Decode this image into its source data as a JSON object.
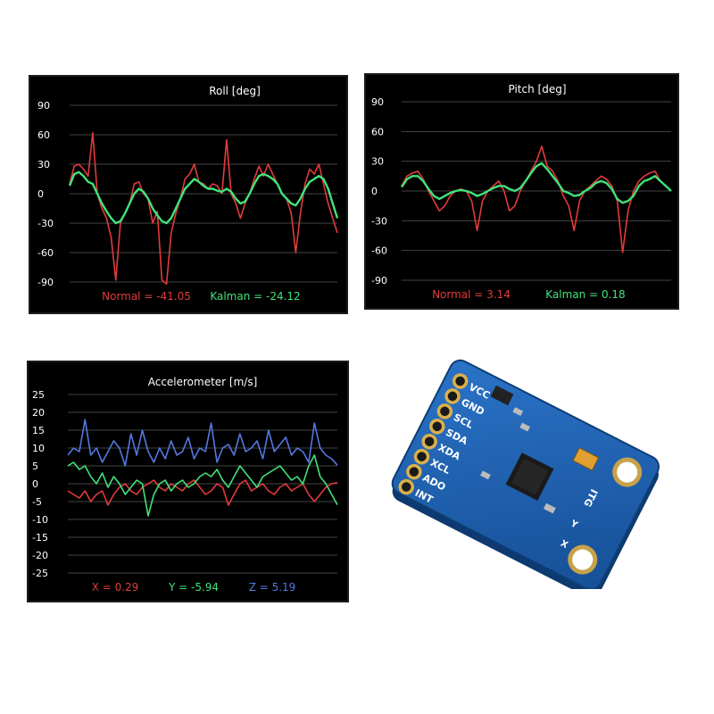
{
  "colors": {
    "normal": "#e23b3b",
    "kalman": "#41e37a",
    "x": "#e23b3b",
    "y": "#41e37a",
    "z": "#5478e0",
    "grid": "#444444",
    "text": "#ffffff",
    "board": "#1f63b6"
  },
  "chart_data": [
    {
      "type": "line",
      "title": "Roll [deg]",
      "ylim": [
        -90,
        90
      ],
      "yticks": [
        "90",
        "60",
        "30",
        "0",
        "-30",
        "-60",
        "-90"
      ],
      "grid": true,
      "series": [
        {
          "name": "Normal",
          "values": [
            10,
            28,
            30,
            25,
            18,
            62,
            0,
            -15,
            -25,
            -45,
            -88,
            -30,
            -20,
            -10,
            10,
            12,
            0,
            -5,
            -30,
            -18,
            -88,
            -92,
            -40,
            -20,
            -5,
            15,
            20,
            30,
            12,
            10,
            5,
            10,
            8,
            0,
            55,
            0,
            -10,
            -25,
            -10,
            0,
            15,
            28,
            18,
            30,
            20,
            10,
            0,
            -5,
            -20,
            -60,
            -20,
            10,
            25,
            20,
            30,
            10,
            -10,
            -25,
            -40
          ]
        },
        {
          "name": "Kalman",
          "values": [
            8,
            20,
            22,
            18,
            12,
            10,
            0,
            -10,
            -18,
            -25,
            -30,
            -28,
            -20,
            -10,
            0,
            5,
            2,
            -5,
            -15,
            -22,
            -28,
            -30,
            -25,
            -15,
            -5,
            5,
            10,
            15,
            12,
            8,
            5,
            5,
            3,
            2,
            5,
            2,
            -5,
            -10,
            -8,
            0,
            10,
            18,
            20,
            18,
            15,
            10,
            0,
            -5,
            -10,
            -12,
            -5,
            5,
            12,
            15,
            18,
            15,
            5,
            -10,
            -25
          ]
        }
      ],
      "readouts": {
        "normal_label": "Normal = -41.05",
        "kalman_label": "Kalman = -24.12"
      }
    },
    {
      "type": "line",
      "title": "Pitch [deg]",
      "ylim": [
        -90,
        90
      ],
      "yticks": [
        "90",
        "60",
        "30",
        "0",
        "-30",
        "-60",
        "-90"
      ],
      "grid": true,
      "series": [
        {
          "name": "Normal",
          "values": [
            5,
            15,
            18,
            20,
            12,
            0,
            -10,
            -20,
            -15,
            -5,
            0,
            2,
            0,
            -10,
            -40,
            -10,
            0,
            5,
            10,
            0,
            -20,
            -15,
            0,
            10,
            20,
            30,
            45,
            25,
            20,
            10,
            -5,
            -15,
            -40,
            -10,
            0,
            5,
            10,
            15,
            12,
            5,
            -10,
            -62,
            -20,
            0,
            10,
            15,
            18,
            20,
            10,
            5,
            0
          ]
        },
        {
          "name": "Kalman",
          "values": [
            4,
            12,
            15,
            15,
            10,
            2,
            -5,
            -8,
            -5,
            -2,
            0,
            1,
            0,
            -2,
            -5,
            -3,
            0,
            3,
            5,
            5,
            2,
            0,
            3,
            10,
            18,
            25,
            28,
            22,
            15,
            8,
            0,
            -2,
            -5,
            -4,
            0,
            3,
            8,
            10,
            8,
            2,
            -8,
            -12,
            -10,
            -5,
            5,
            10,
            12,
            15,
            10,
            5,
            0
          ]
        }
      ],
      "readouts": {
        "normal_label": "Normal = 3.14",
        "kalman_label": "Kalman = 0.18"
      }
    },
    {
      "type": "line",
      "title": "Accelerometer [m/s]",
      "ylim": [
        -25,
        25
      ],
      "yticks": [
        "25",
        "20",
        "15",
        "10",
        "5",
        "0",
        "-5",
        "-10",
        "-15",
        "-20",
        "-25"
      ],
      "grid": true,
      "series": [
        {
          "name": "X",
          "values": [
            -2,
            -3,
            -4,
            -2,
            -5,
            -3,
            -2,
            -6,
            -3,
            -1,
            0,
            -2,
            -3,
            -1,
            0,
            1,
            -1,
            -2,
            0,
            -1,
            -2,
            0,
            1,
            -1,
            -3,
            -2,
            0,
            -1,
            -6,
            -3,
            0,
            1,
            -2,
            -1,
            0,
            -2,
            -3,
            -1,
            0,
            -2,
            -1,
            0,
            -3,
            -5,
            -3,
            -1,
            0,
            0.3
          ]
        },
        {
          "name": "Y",
          "values": [
            5,
            6,
            4,
            5,
            2,
            0,
            3,
            -1,
            2,
            0,
            -3,
            -1,
            1,
            0,
            -9,
            -3,
            0,
            1,
            -2,
            0,
            1,
            -1,
            0,
            2,
            3,
            2,
            4,
            1,
            -1,
            2,
            5,
            3,
            1,
            -1,
            2,
            3,
            4,
            5,
            3,
            1,
            2,
            0,
            5,
            8,
            2,
            0,
            -3,
            -5.9
          ]
        },
        {
          "name": "Z",
          "values": [
            8,
            10,
            9,
            18,
            8,
            10,
            6,
            9,
            12,
            10,
            5,
            14,
            8,
            15,
            9,
            6,
            10,
            7,
            12,
            8,
            9,
            13,
            7,
            10,
            9,
            17,
            6,
            10,
            11,
            8,
            14,
            9,
            10,
            12,
            7,
            15,
            9,
            11,
            13,
            8,
            10,
            9,
            6,
            17,
            10,
            8,
            7,
            5.2
          ]
        }
      ],
      "readouts": {
        "x_label": "X = 0.29",
        "y_label": "Y = -5.94",
        "z_label": "Z = 5.19"
      }
    }
  ],
  "board": {
    "pins": [
      "VCC",
      "GND",
      "SCL",
      "SDA",
      "XDA",
      "XCL",
      "ADO",
      "INT"
    ],
    "chip_text": "ITG",
    "axis_labels": [
      "Y",
      "X"
    ]
  }
}
